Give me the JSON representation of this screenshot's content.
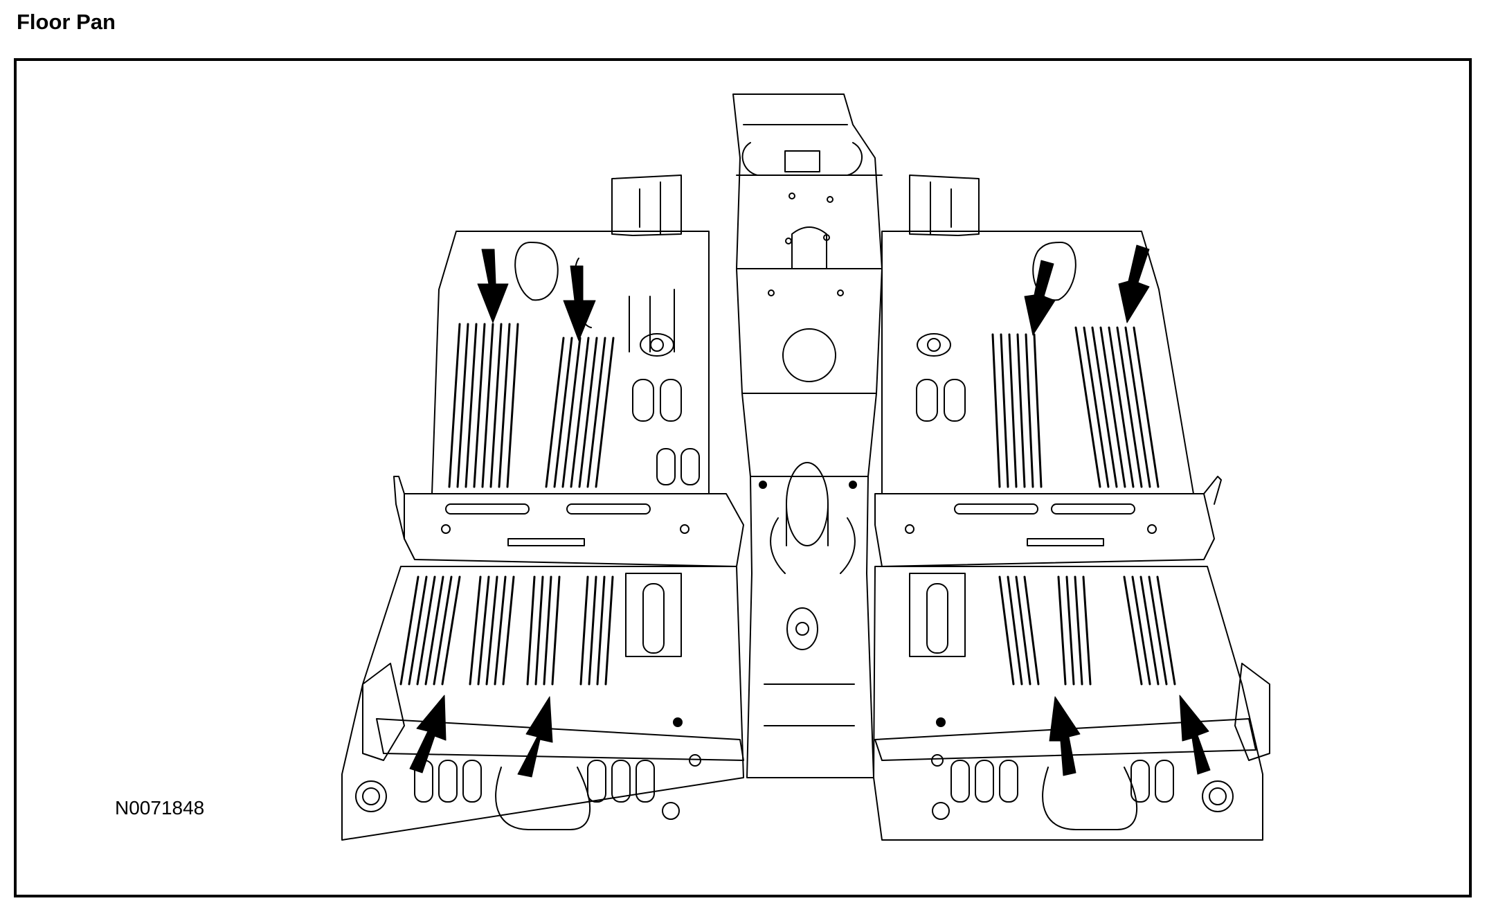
{
  "title": "Floor Pan",
  "figure_id": "N0071848",
  "colors": {
    "line": "#000000",
    "background": "#ffffff"
  },
  "callouts": {
    "front": {
      "count": 4,
      "direction": "down"
    },
    "rear": {
      "count": 4,
      "direction": "up"
    }
  }
}
